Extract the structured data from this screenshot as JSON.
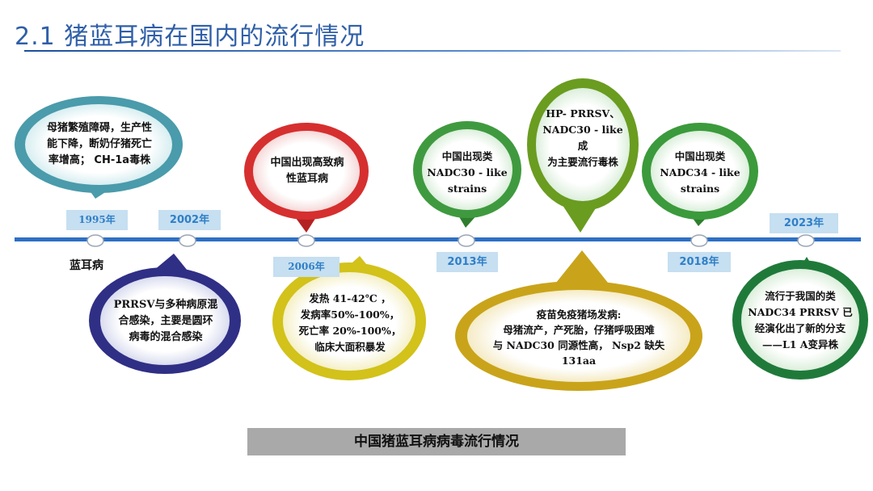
{
  "title": "2.1 猪蓝耳病在国内的流行情况",
  "caption": "中国猪蓝耳病病毒流行情况",
  "timeline_start_label": "蓝耳病",
  "years": [
    "1995年",
    "2002年",
    "2006年",
    "2013年",
    "2018年",
    "2023年"
  ],
  "bubbles": {
    "b1995": {
      "color": "#4a9bab",
      "lines": [
        "母猪繁殖障碍，生产性",
        "能下降，断奶仔猪死亡",
        "率增高；  CH-1a毒株"
      ]
    },
    "b2002": {
      "color": "#2f2f86",
      "lines": [
        "PRRSV与多种病原混",
        "合感染，主要是圆环",
        "病毒的混合感染"
      ]
    },
    "b2006a": {
      "color": "#d62f2f",
      "lines": [
        "中国出现高致病",
        "性蓝耳病"
      ]
    },
    "b2006b": {
      "color": "#d2c21a",
      "lines": [
        "发热 41-42℃ ，",
        "发病率50%-100%，",
        "死亡率 20%-100%，",
        "临床大面积暴发"
      ]
    },
    "b2013a": {
      "color": "#3f9a3f",
      "lines": [
        "中国出现类",
        "NADC30 - like",
        "strains"
      ]
    },
    "b2013b": {
      "color": "#c9a41a",
      "lines": [
        "疫苗免疫猪场发病:",
        "母猪流产，产死胎，仔猪呼吸困难",
        "与 NADC30 同源性高，  Nsp2 缺失",
        "131aa"
      ]
    },
    "bmid": {
      "color": "#6a9c20",
      "lines": [
        "HP- PRRSV、",
        "NADC30 - like成",
        "为主要流行毒株"
      ]
    },
    "b2018": {
      "color": "#3b9a3b",
      "lines": [
        "中国出现类",
        "NADC34 - like",
        "strains"
      ]
    },
    "b2023": {
      "color": "#1f7a3a",
      "lines": [
        "流行于我国的类",
        "NADC34  PRRSV 已",
        "经演化出了新的分支",
        "——L1 A变异株"
      ]
    }
  }
}
